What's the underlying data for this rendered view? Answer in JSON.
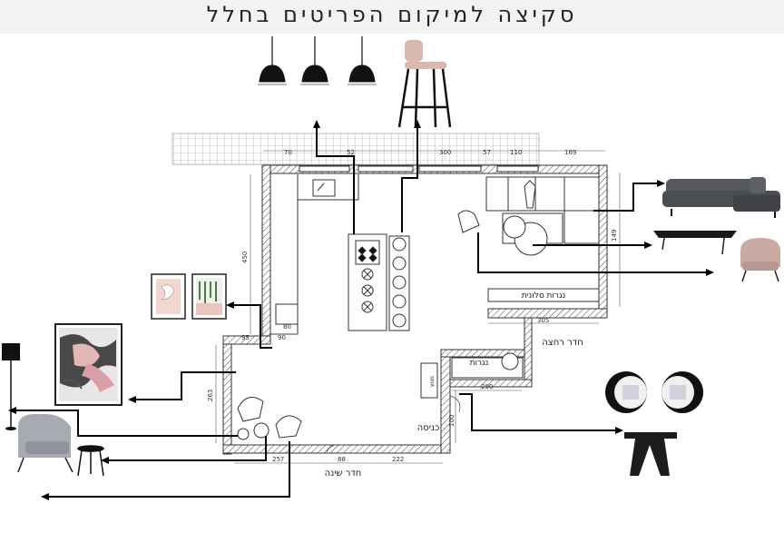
{
  "title": "סקיצה למיקום הפריטים בחלל",
  "labels": {
    "bedroom": "חדר שינה",
    "entrance": "כניסה",
    "laundry_room": "חדר רחצה",
    "cabinets": "נגרות",
    "living_cabinets": "נגרות סלונית",
    "kitchen_cabinet": "מנוע"
  },
  "dimensions": {
    "d70": "70",
    "d52": "52",
    "d300": "300",
    "d57": "57",
    "d110": "110",
    "d169": "169",
    "d450": "450",
    "d149": "149",
    "d80": "80",
    "d90": "90",
    "d95": "95",
    "d305": "305",
    "d263": "263",
    "d200": "200",
    "d100": "100",
    "d257": "257",
    "d88": "88",
    "d222": "222"
  },
  "colors": {
    "line": "#222222",
    "pink": "#e8b8b0",
    "sofa": "#4a4d52",
    "armchair": "#a7aab0",
    "armchair_pink": "#c8aaa2",
    "tile": "#bbbbbb"
  },
  "icons": [
    "pendant-lamp-icon",
    "bar-stool-icon",
    "sofa-icon",
    "coffee-table-icon",
    "armchair-icon",
    "wall-art-icon",
    "floor-lamp-icon",
    "side-table-icon",
    "wall-mirror-icon",
    "console-table-icon"
  ]
}
